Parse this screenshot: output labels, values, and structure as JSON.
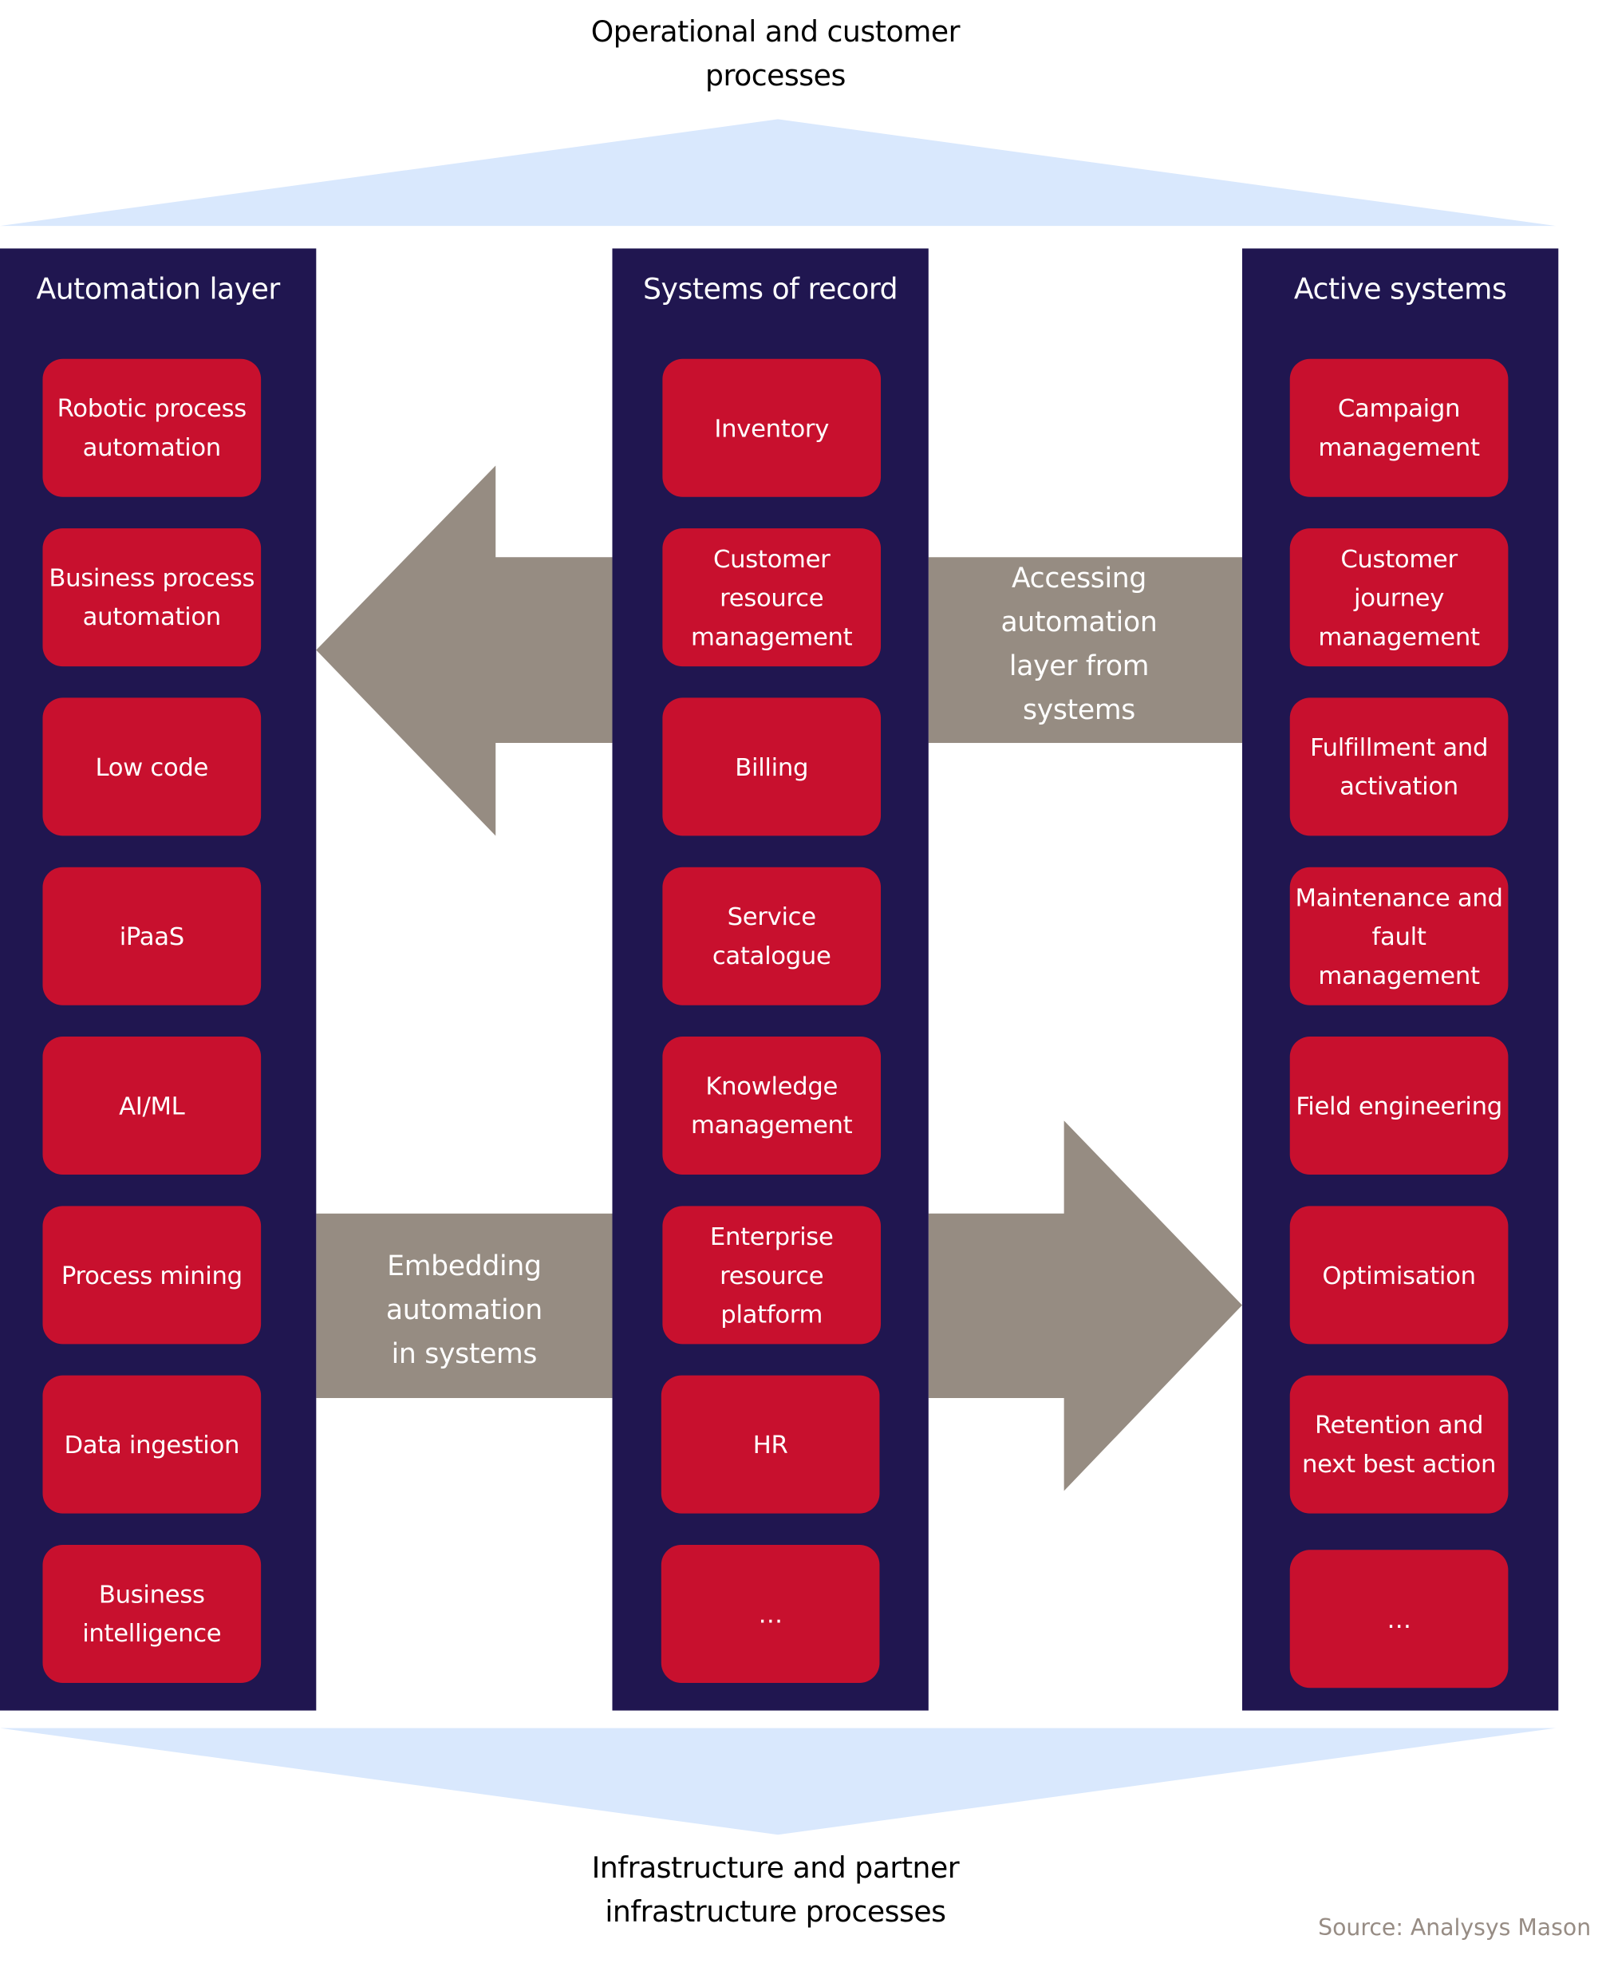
{
  "top_label": [
    "Operational and customer",
    "processes"
  ],
  "bottom_label": [
    "Infrastructure and partner",
    "infrastructure processes"
  ],
  "source": "Source: Analysys Mason",
  "colors": {
    "column": "#201650",
    "box": "#c8102e",
    "arrow": "#968c82",
    "band": "#d9e8fd"
  },
  "columns": [
    {
      "title": "Automation layer",
      "items": [
        "Robotic process automation",
        "Business process automation",
        "Low code",
        "iPaaS",
        "AI/ML",
        "Process mining",
        "Data ingestion",
        "Business intelligence"
      ]
    },
    {
      "title": "Systems of record",
      "items": [
        "Inventory",
        "Customer resource management",
        "Billing",
        "Service catalogue",
        "Knowledge management",
        "Enterprise resource platform",
        "HR",
        "…"
      ]
    },
    {
      "title": "Active systems",
      "items": [
        "Campaign management",
        "Customer journey management",
        "Fulfillment and activation",
        "Maintenance and fault management",
        "Field engineering",
        "Optimisation",
        "Retention and next best action",
        "…"
      ]
    }
  ],
  "arrows": {
    "to_automation": [
      "Accessing",
      "automation",
      "layer from",
      "systems"
    ],
    "to_systems": [
      "Embedding",
      "automation",
      "in systems"
    ]
  }
}
